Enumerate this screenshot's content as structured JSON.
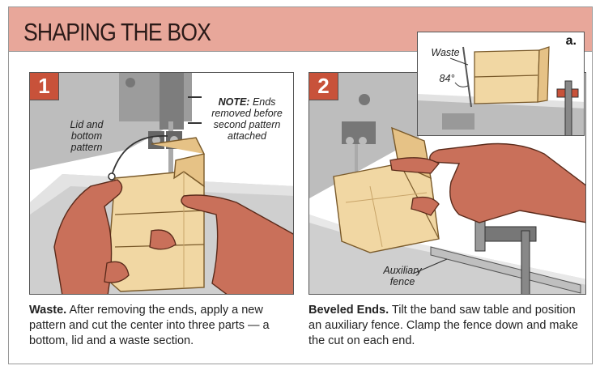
{
  "title": "SHAPING THE BOX",
  "colors": {
    "banner": "#e8a79a",
    "badge": "#c8523a",
    "wood": "#f1d7a3",
    "wood_dark": "#d9b475",
    "skin": "#c9705a",
    "metal": "#8e8e8e"
  },
  "panels": [
    {
      "step": "1",
      "callouts": {
        "lid_pattern": "Lid and bottom pattern",
        "note_label": "NOTE:",
        "note_text": "Ends removed before second pattern attached"
      },
      "caption_title": "Waste.",
      "caption_text": "After removing the ends, apply a new pattern and cut the center into three parts — a bottom, lid and a waste section."
    },
    {
      "step": "2",
      "callouts": {
        "fence": "Auxiliary fence"
      },
      "caption_title": "Beveled Ends.",
      "caption_text": "Tilt the band saw table and position an auxiliary fence. Clamp the fence down and make the cut on each end."
    }
  ],
  "inset": {
    "letter": "a.",
    "waste_label": "Waste",
    "angle_label": "84°"
  }
}
